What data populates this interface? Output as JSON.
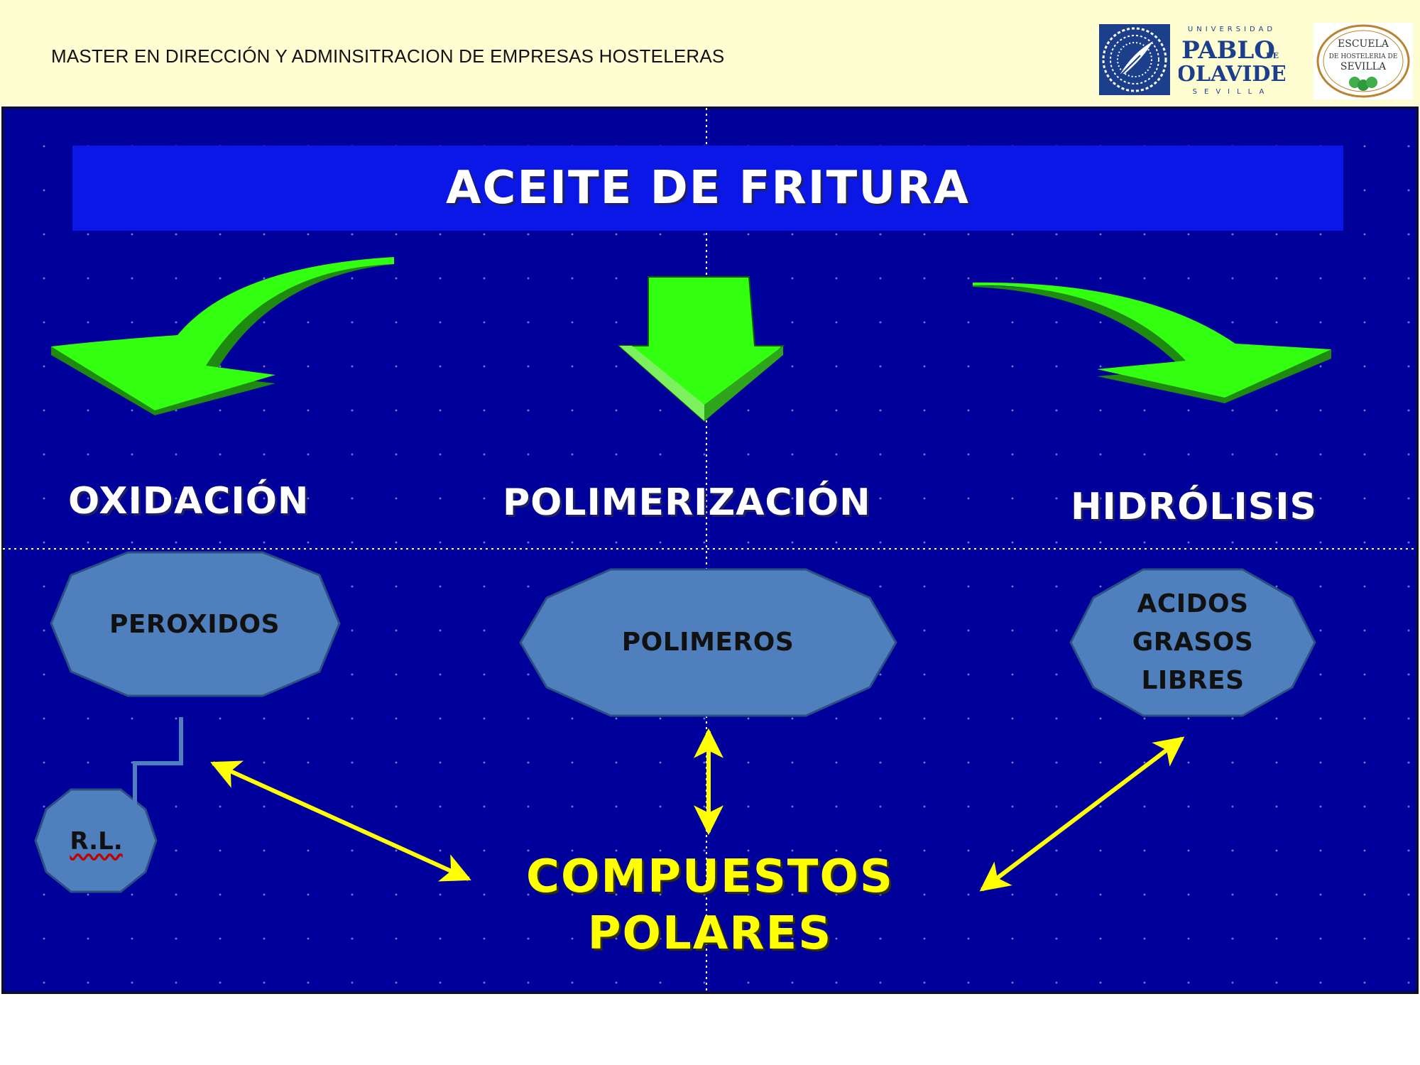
{
  "header": {
    "title": "MASTER EN DIRECCIÓN Y ADMINSITRACION DE EMPRESAS HOSTELERAS",
    "logos": {
      "upo_icon": "feather-emblem-icon",
      "upo_top": "UNIVERSIDAD",
      "upo_name_1": "PABLO",
      "upo_name_de": "DE",
      "upo_name_2": "OLAVIDE",
      "upo_bottom": "SEVILLA",
      "escuela_icon": "escuela-seal-icon",
      "escuela_1": "ESCUELA",
      "escuela_2": "DE HOSTELERIA DE",
      "escuela_3": "SEVILLA"
    }
  },
  "diagram": {
    "title": "ACEITE DE FRITURA",
    "processes": {
      "oxidacion": "OXIDACIÓN",
      "polimerizacion": "POLIMERIZACIÓN",
      "hidrolisis": "HIDRÓLISIS"
    },
    "products": {
      "peroxidos": "PEROXIDOS",
      "polimeros": "POLIMEROS",
      "acidos_1": "ACIDOS",
      "acidos_2": "GRASOS",
      "acidos_3": "LIBRES",
      "rl": "R.L."
    },
    "result": {
      "line1": "COMPUESTOS",
      "line2": "POLARES"
    },
    "colors": {
      "background": "#00009a",
      "title_bar": "#0a17e6",
      "arrow_green": "#33ff11",
      "arrow_green_dark": "#1f8a10",
      "octagon_fill": "#4f80bd",
      "result_text": "#ffff00",
      "connector": "#ffff00"
    },
    "icons": {
      "left_arrow": "curved-arrow-down-left-icon",
      "center_arrow": "arrow-down-icon",
      "right_arrow": "curved-arrow-down-right-icon"
    }
  }
}
